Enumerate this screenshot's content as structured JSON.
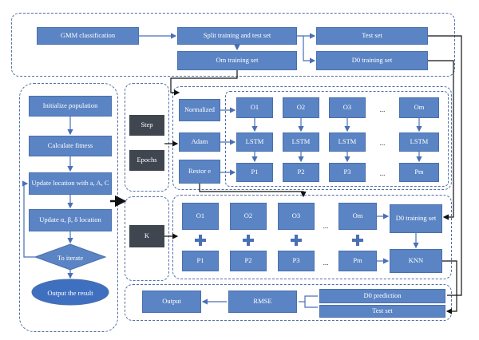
{
  "top": {
    "gmm": "GMM classification",
    "split": "Split training and test set",
    "test_set": "Test set",
    "om_training": "Om training set",
    "d0_training": "D0 training set"
  },
  "woa": {
    "init": "Initialize population",
    "fitness": "Calculate fitness",
    "update_loc": "Update location with a, A, C",
    "update_abd": "Update α, β, δ location",
    "iterate": "To iterate",
    "output": "Output the result"
  },
  "params": {
    "step": "Step",
    "epochs": "Epochs",
    "k": "K"
  },
  "lstm_block": {
    "normalized": "Normalized",
    "adam": "Adam",
    "restore": "Restor e",
    "o_row": [
      "O1",
      "O2",
      "O3",
      "...",
      "Om"
    ],
    "lstm_row": [
      "LSTM",
      "LSTM",
      "LSTM",
      "...",
      "LSTM"
    ],
    "p_row": [
      "P1",
      "P2",
      "P3",
      "...",
      "Pm"
    ]
  },
  "knn_block": {
    "o_row": [
      "O1",
      "O2",
      "O3",
      "...",
      "Om"
    ],
    "p_row": [
      "P1",
      "P2",
      "P3",
      "...",
      "Pm"
    ],
    "d0_training": "D0 training set",
    "knn": "KNN"
  },
  "bottom": {
    "output": "Output",
    "rmse": "RMSE",
    "d0_prediction": "D0 prediction",
    "test_set": "Test set"
  },
  "colors": {
    "box": "#5b84c4",
    "dark": "#3f464f",
    "arrow": "#4a6fb5",
    "dash": "#4f6ea8"
  }
}
